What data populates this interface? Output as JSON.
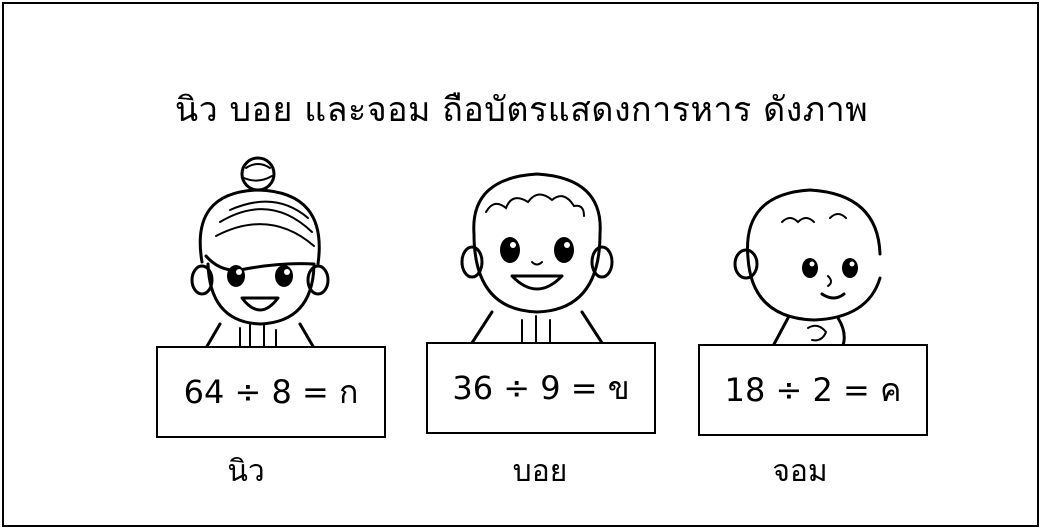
{
  "title": "นิว บอย และจอม ถือบัตรแสดงการหาร ดังภาพ",
  "cards": [
    {
      "name": "นิว",
      "expression": "64 ÷ 8 = ก"
    },
    {
      "name": "บอย",
      "expression": "36 ÷ 9 = ข"
    },
    {
      "name": "จอม",
      "expression": "18 ÷ 2 = ค"
    }
  ],
  "icons": [
    "girl-with-bun-icon",
    "boy-smiling-icon",
    "boy-looking-side-icon"
  ]
}
